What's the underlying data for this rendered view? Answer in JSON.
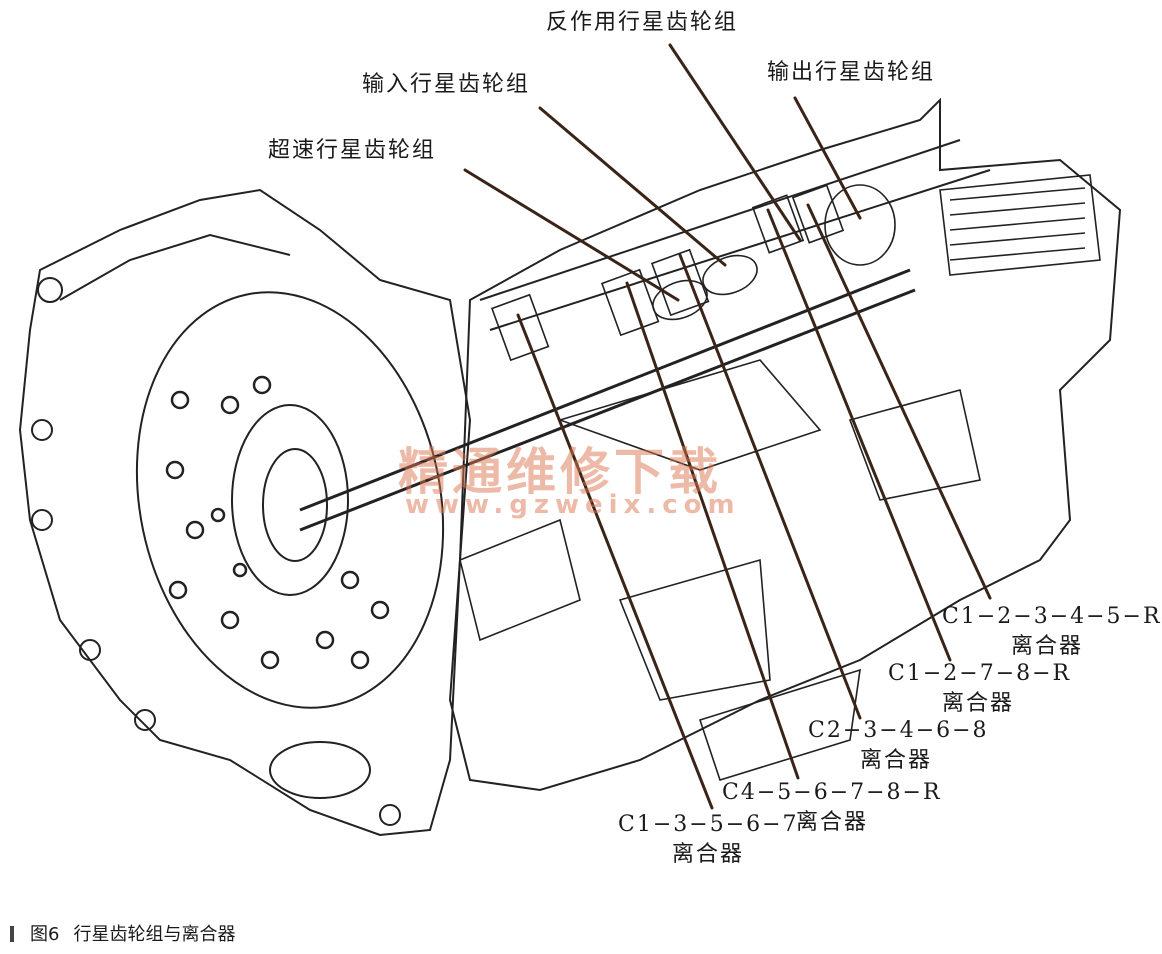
{
  "labels": {
    "reaction_planetary": "反作用行星齿轮组",
    "output_planetary": "输出行星齿轮组",
    "input_planetary": "输入行星齿轮组",
    "overdrive_planetary": "超速行星齿轮组",
    "clutch_12345r_line1": "C1−2−3−4−5−R",
    "clutch_12345r_line2": "离合器",
    "clutch_1278r_line1": "C1−2−7−8−R",
    "clutch_1278r_line2": "离合器",
    "clutch_2346_8_line1": "C2−3−4−6−8",
    "clutch_2346_8_line2": "离合器",
    "clutch_45678r_line1": "C4−5−6−7−8−R",
    "clutch_45678r_line2": "离合器",
    "clutch_13567_line1": "C1−3−5−6−7",
    "clutch_13567_line2": "离合器"
  },
  "watermark": {
    "cn": "精通维修下载",
    "url": "www.gzweix.com"
  },
  "caption": {
    "number": "图6",
    "text": "行星齿轮组与离合器"
  },
  "colors": {
    "line": "#3a2418",
    "ink": "#1a1a1a",
    "watermark": "#de7652"
  }
}
